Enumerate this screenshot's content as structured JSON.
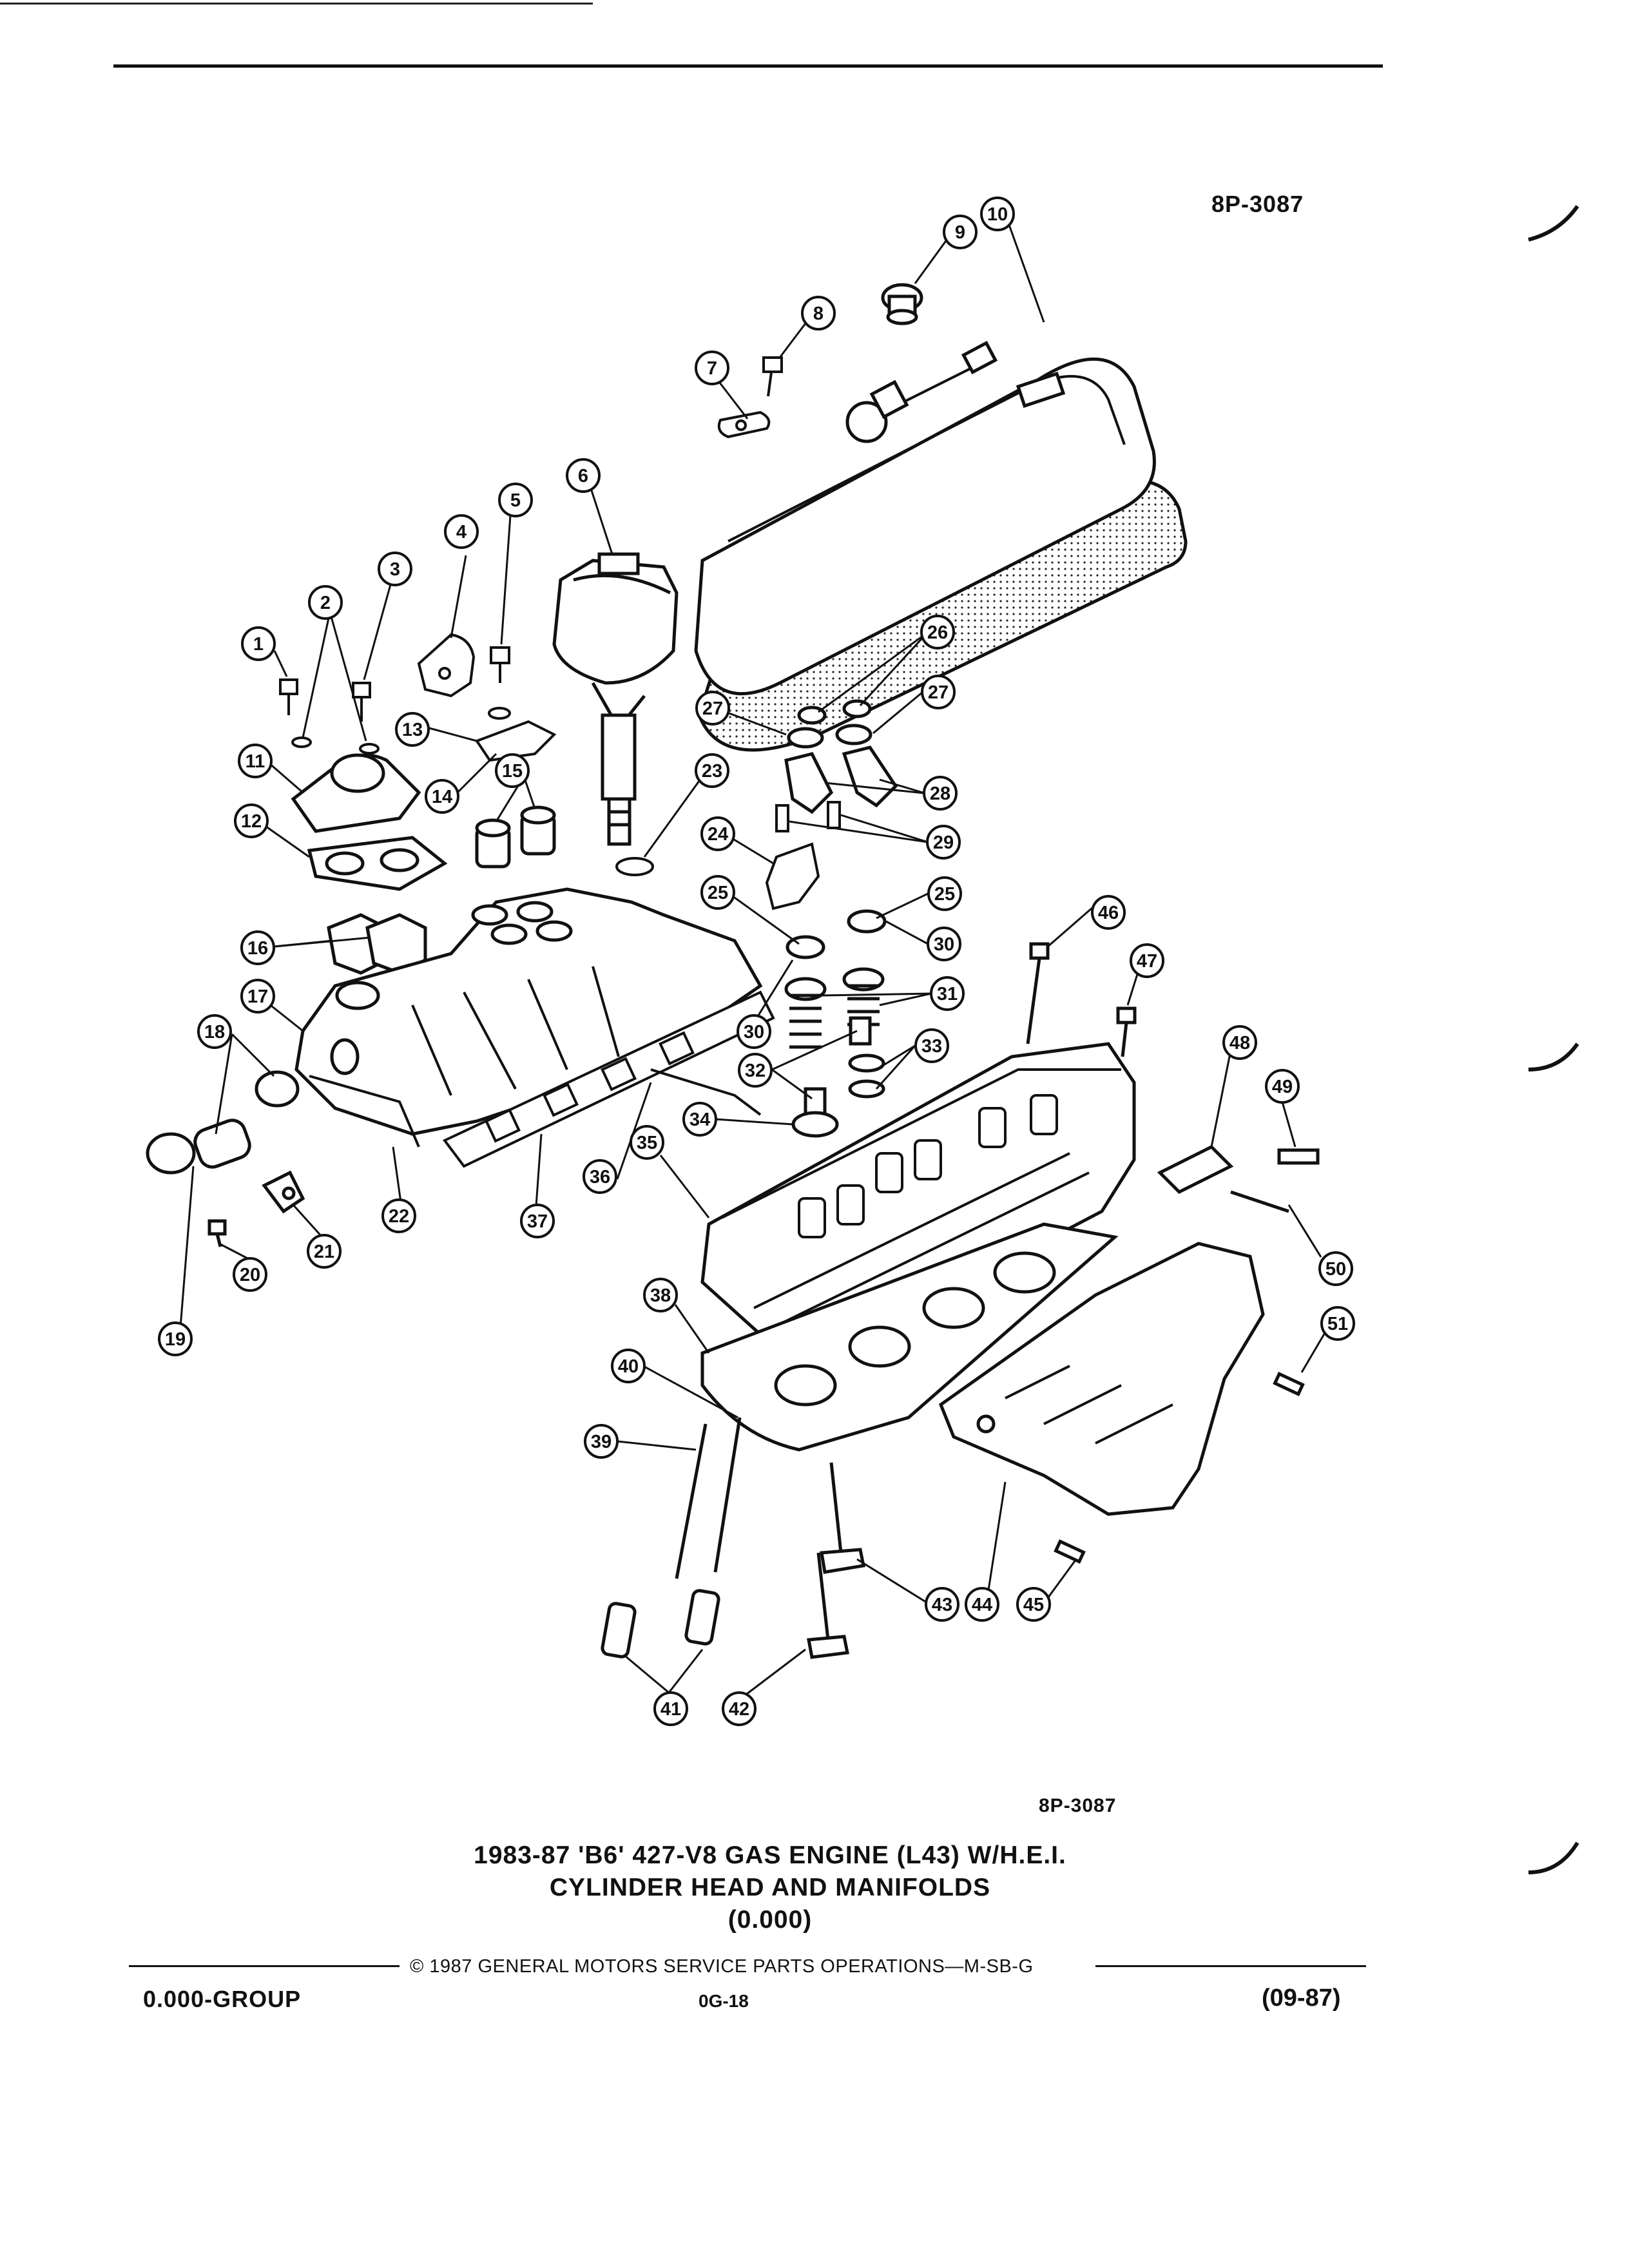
{
  "figure_id_top": "8P-3087",
  "figure_id_bottom": "8P-3087",
  "title_lines": [
    "1983-87 'B6' 427-V8 GAS ENGINE (L43) W/H.E.I.",
    "CYLINDER HEAD AND MANIFOLDS",
    "(0.000)"
  ],
  "copyright": "© 1987 GENERAL MOTORS SERVICE PARTS OPERATIONS—M-SB-G",
  "group": "0.000-GROUP",
  "page_number": "0G-18",
  "date_code": "(09-87)",
  "callouts": [
    "1",
    "2",
    "3",
    "4",
    "5",
    "6",
    "7",
    "8",
    "9",
    "10",
    "11",
    "12",
    "13",
    "14",
    "15",
    "16",
    "17",
    "18",
    "19",
    "20",
    "21",
    "22",
    "23",
    "24",
    "25",
    "25",
    "26",
    "27",
    "27",
    "28",
    "29",
    "30",
    "30",
    "31",
    "32",
    "33",
    "34",
    "35",
    "36",
    "37",
    "38",
    "39",
    "40",
    "41",
    "42",
    "43",
    "44",
    "45",
    "46",
    "47",
    "48",
    "49",
    "50",
    "51"
  ]
}
